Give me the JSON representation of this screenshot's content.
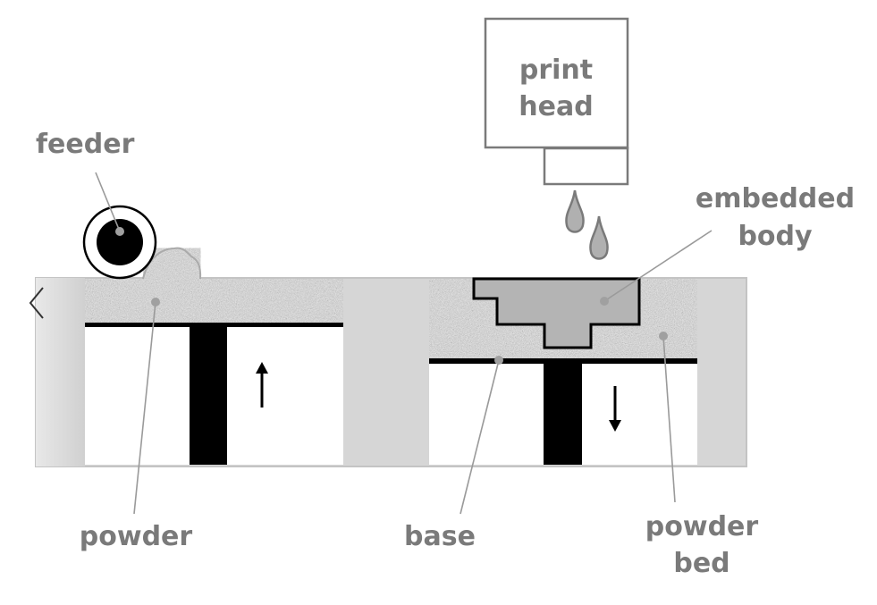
{
  "diagram": {
    "title": "Binder jetting 3D printing process",
    "labels": {
      "feeder": "feeder",
      "print_head_line1": "print",
      "print_head_line2": "head",
      "embedded_body_line1": "embedded",
      "embedded_body_line2": "body",
      "powder": "powder",
      "base": "base",
      "powder_bed_line1": "powder",
      "powder_bed_line2": "bed"
    },
    "arrows": {
      "left_piston": "up",
      "right_piston": "down"
    },
    "colors": {
      "label_text": "#7a7a7a",
      "frame": "#d4d4d4",
      "outline": "#9a9a9a",
      "body_fill": "#b4b4b4",
      "droplet_fill": "#b0b0b0",
      "piston": "#000000"
    }
  },
  "navigation": {
    "prev_icon": "chevron-left-icon"
  }
}
